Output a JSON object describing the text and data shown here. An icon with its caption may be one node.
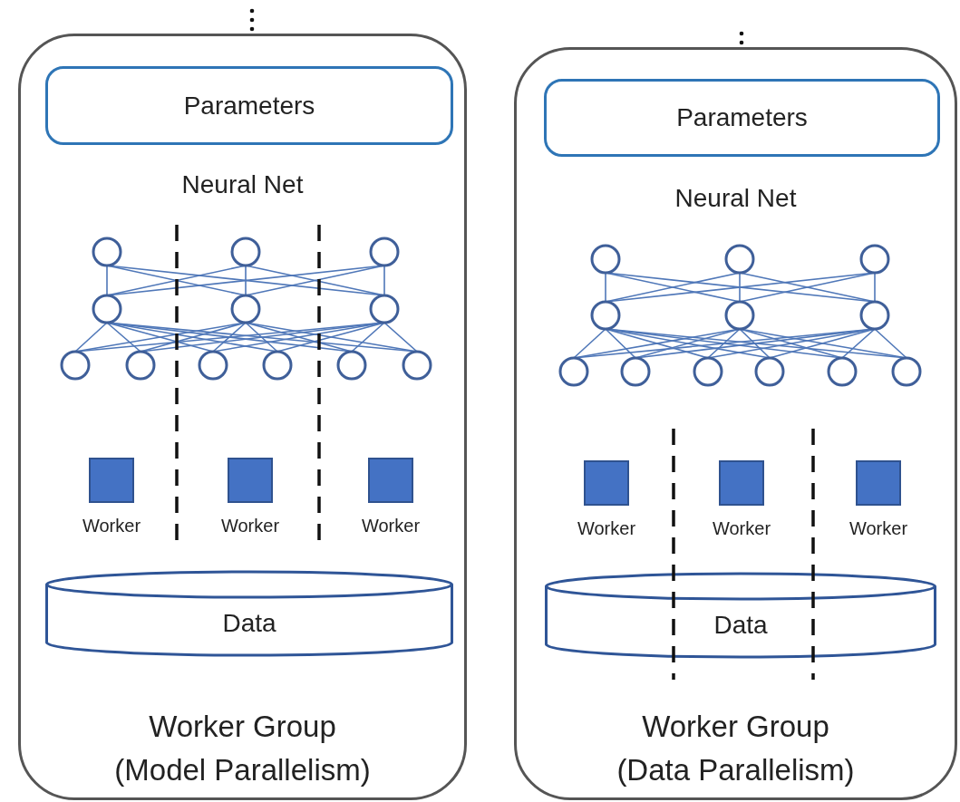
{
  "diagram": {
    "nodes": [
      {
        "text": [
          "Worker Group",
          "(Model Parallelism)"
        ]
      },
      {
        "text": [
          "Parameters"
        ],
        "in": 0
      },
      {
        "text": [
          "Worker"
        ],
        "in": 0
      },
      {
        "text": [
          "Worker"
        ],
        "in": 0
      },
      {
        "text": [
          "Worker"
        ],
        "in": 0
      },
      {
        "text": [
          "Data"
        ],
        "in": 0
      },
      {
        "text": [
          "Worker Group",
          "(Data Parallelism)"
        ]
      },
      {
        "text": [
          "Parameters"
        ],
        "in": 6
      },
      {
        "text": [
          "Worker"
        ],
        "in": 6
      },
      {
        "text": [
          "Worker"
        ],
        "in": 6
      },
      {
        "text": [
          "Worker"
        ],
        "in": 6
      },
      {
        "text": [
          "Data"
        ],
        "in": 6
      }
    ],
    "labels": [
      "Neural Net",
      "Neural Net"
    ]
  }
}
